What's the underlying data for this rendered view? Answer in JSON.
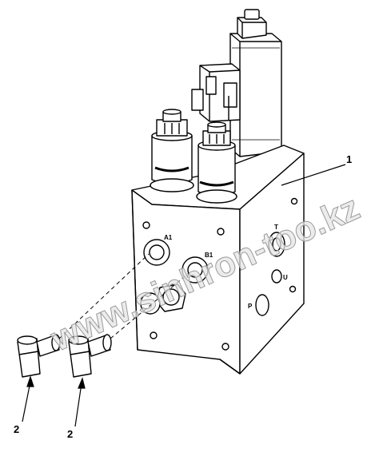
{
  "callouts": {
    "c1": "1",
    "c2a": "2",
    "c2b": "2"
  },
  "port_labels": {
    "a1": "A1",
    "b1": "B1",
    "t": "T",
    "p": "P",
    "u": "U"
  },
  "watermark": "www.sinhron-too.kz",
  "colors": {
    "line": "#000000",
    "watermark_fill": "#e6e6e6",
    "watermark_stroke": "#9a9a9a"
  }
}
